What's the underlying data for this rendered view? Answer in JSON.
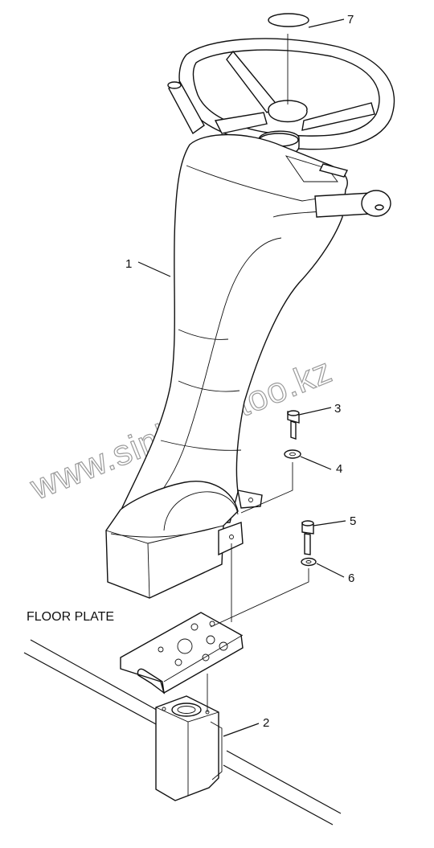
{
  "diagram": {
    "floor_plate_caption": "FLOOR PLATE",
    "watermark": "www.sinhron-too.kz",
    "callouts": [
      {
        "id": "1",
        "label": "1"
      },
      {
        "id": "2",
        "label": "2"
      },
      {
        "id": "3",
        "label": "3"
      },
      {
        "id": "4",
        "label": "4"
      },
      {
        "id": "5",
        "label": "5"
      },
      {
        "id": "6",
        "label": "6"
      },
      {
        "id": "7",
        "label": "7"
      }
    ]
  }
}
